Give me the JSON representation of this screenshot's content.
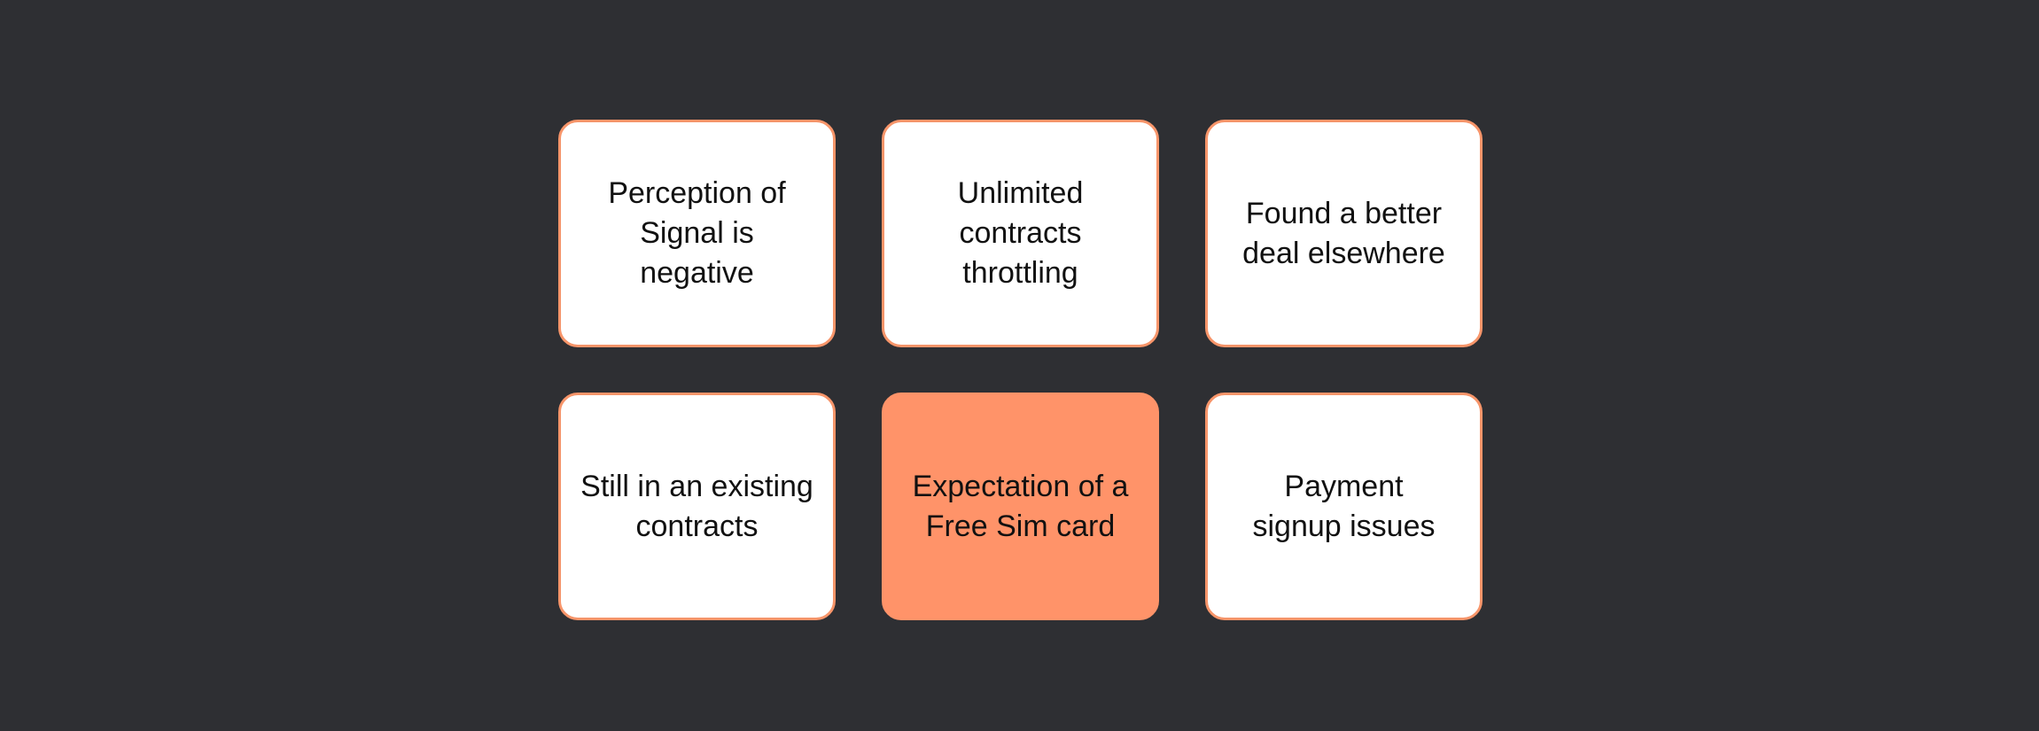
{
  "colors": {
    "background": "#2e2f33",
    "card_fill": "#ffffff",
    "card_border": "#f7956a",
    "highlight_fill": "#ff9369",
    "text": "#111111"
  },
  "cards": [
    {
      "label": "Perception of\nSignal is\nnegative",
      "highlighted": false
    },
    {
      "label": "Unlimited\ncontracts\nthrottling",
      "highlighted": false
    },
    {
      "label": "Found a better\ndeal elsewhere",
      "highlighted": false
    },
    {
      "label": "Still in an existing\ncontracts",
      "highlighted": false
    },
    {
      "label": "Expectation of a\nFree Sim card",
      "highlighted": true
    },
    {
      "label": "Payment\nsignup issues",
      "highlighted": false
    }
  ]
}
